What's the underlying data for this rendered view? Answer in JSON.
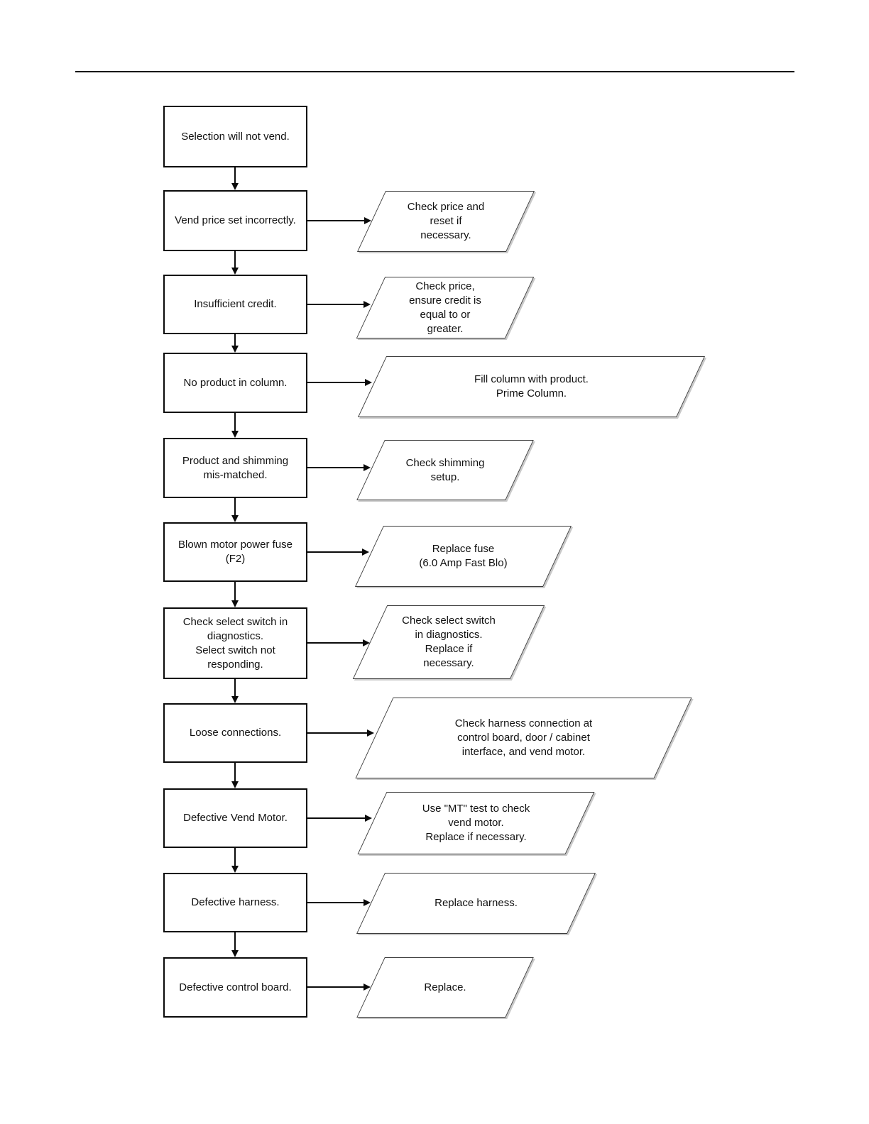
{
  "colors": {
    "ink": "#111111",
    "paper": "#ffffff"
  },
  "flow": {
    "rows": [
      {
        "cause": "Selection will not vend."
      },
      {
        "cause": "Vend price set incorrectly.",
        "action": "Check price and\nreset if\nnecessary."
      },
      {
        "cause": "Insufficient credit.",
        "action": "Check price,\nensure credit is\nequal to or\ngreater."
      },
      {
        "cause": "No product in column.",
        "action": "Fill column with product.\nPrime Column."
      },
      {
        "cause": "Product and shimming\nmis-matched.",
        "action": "Check shimming\nsetup."
      },
      {
        "cause": "Blown motor power fuse\n(F2)",
        "action": "Replace fuse\n(6.0 Amp Fast Blo)"
      },
      {
        "cause": "Check select switch in\ndiagnostics.\nSelect switch not\nresponding.",
        "action": "Check select switch\nin diagnostics.\nReplace if\nnecessary."
      },
      {
        "cause": "Loose connections.",
        "action": "Check harness connection at\ncontrol board, door / cabinet\ninterface, and vend motor."
      },
      {
        "cause": "Defective Vend Motor.",
        "action": "Use \"MT\" test to check\nvend motor.\nReplace if necessary."
      },
      {
        "cause": "Defective harness.",
        "action": "Replace harness."
      },
      {
        "cause": "Defective control board.",
        "action": "Replace."
      }
    ]
  }
}
